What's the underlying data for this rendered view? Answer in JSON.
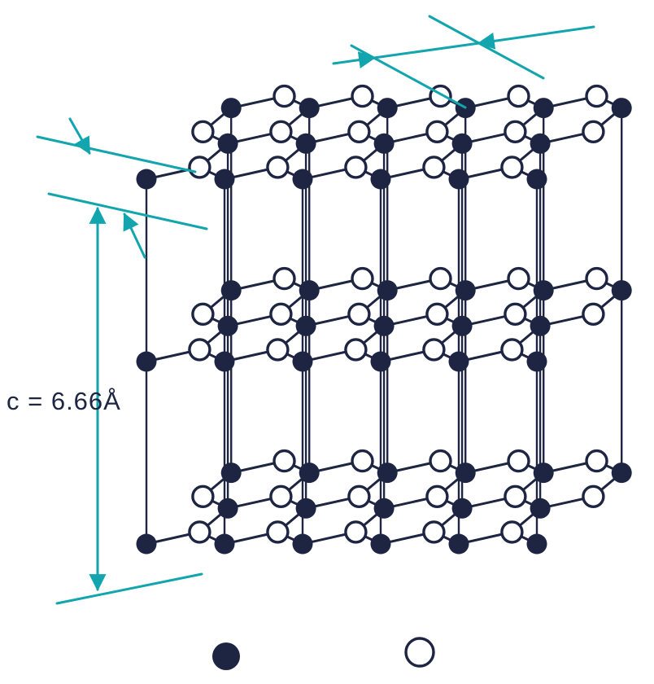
{
  "figure": {
    "type": "crystal-structure-diagram",
    "description": "Layered hexagonal (graphite-type) crystal lattice: three stacked honeycomb atom layers drawn in oblique projection with alternating filled and open atom sites, teal dimension arrows marking the c lattice spacing and the in-plane atom spacing",
    "labels": {
      "c_dimension": "c = 6.66Å"
    },
    "legend": [
      {
        "id": "filled-atom",
        "fill": "#1d2542"
      },
      {
        "id": "open-atom",
        "fill": "#ffffff",
        "stroke": "#1d2542"
      }
    ],
    "colors": {
      "lattice": "#1d2542",
      "dimension": "#12a5ad",
      "background": "#ffffff"
    }
  }
}
